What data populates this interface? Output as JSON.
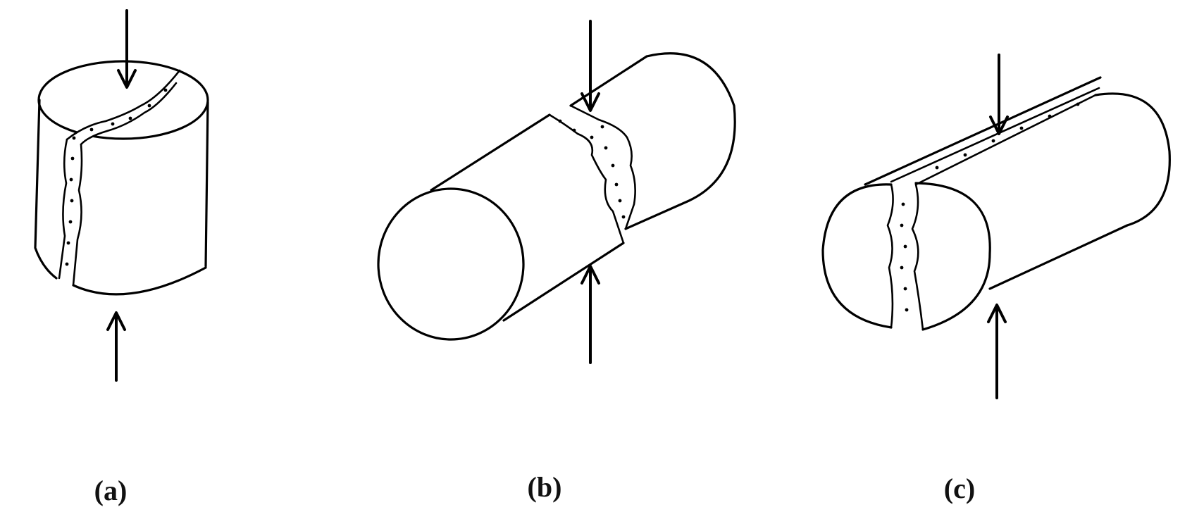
{
  "panels": [
    {
      "id": "a",
      "label": "(a)"
    },
    {
      "id": "b",
      "label": "(b)"
    },
    {
      "id": "c",
      "label": "(c)"
    }
  ],
  "colors": {
    "ink": "#000000",
    "background": "#ffffff"
  },
  "icons": [
    "down-arrow-icon",
    "up-arrow-icon"
  ]
}
